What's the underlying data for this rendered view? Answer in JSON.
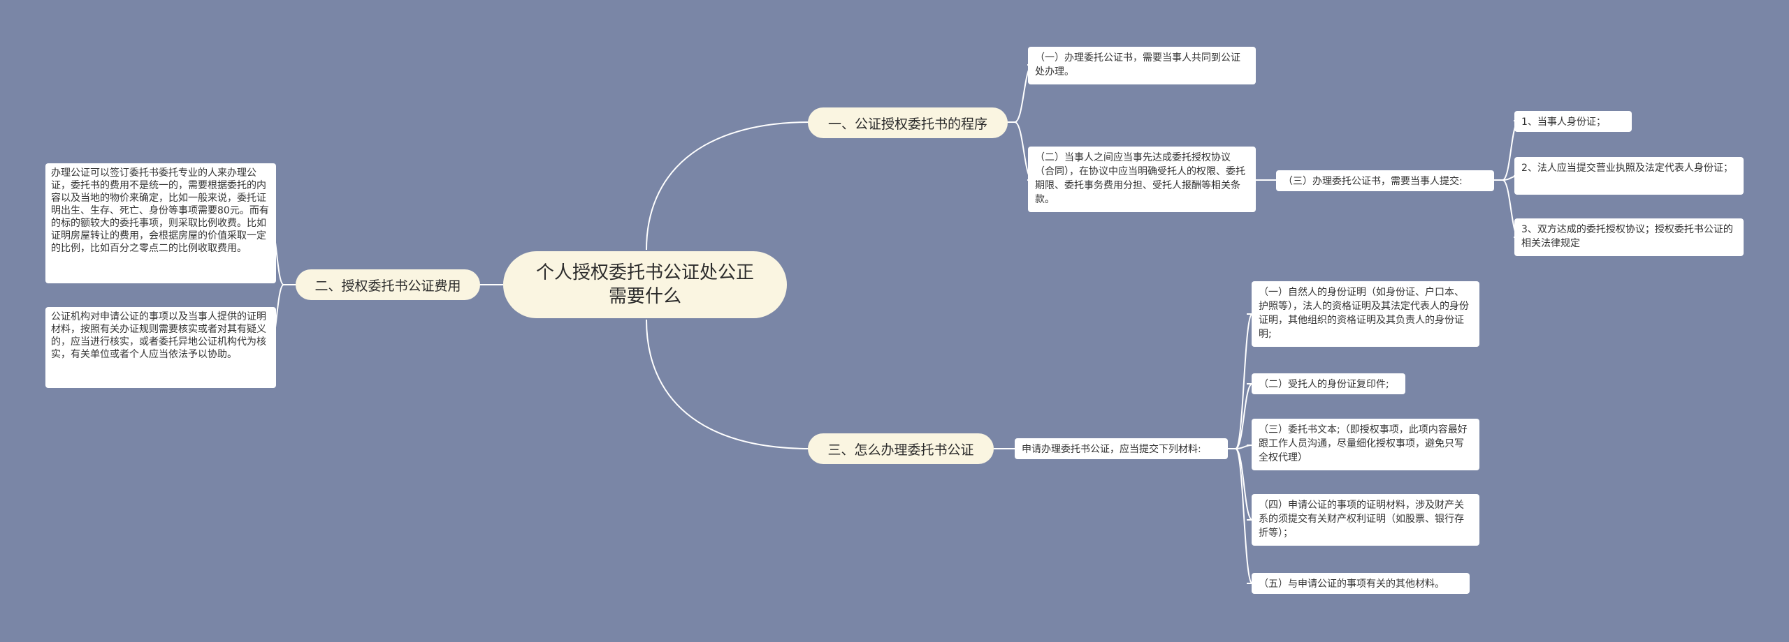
{
  "colors": {
    "background": "#7a86a6",
    "root_fill": "#faf5e1",
    "branch_fill": "#faf5e1",
    "leaf_fill": "#ffffff",
    "edge": "#ffffff"
  },
  "root": {
    "title": "个人授权委托书公证处公正需要什么"
  },
  "branch1": {
    "label": "一、公证授权委托书的程序",
    "item1": "（一）办理委托公证书，需要当事人共同到公证处办理。",
    "item2": "（二）当事人之间应当事先达成委托授权协议（合同），在协议中应当明确受托人的权限、委托期限、委托事务费用分担、受托人报酬等相关条款。",
    "item3": "（三）办理委托公证书，需要当事人提交:",
    "sub1": "1、当事人身份证；",
    "sub2": "2、法人应当提交营业执照及法定代表人身份证；",
    "sub3": "3、双方达成的委托授权协议；授权委托书公证的相关法律规定"
  },
  "branch2": {
    "label": "二、授权委托书公证费用",
    "item1": "办理公证可以签订委托书委托专业的人来办理公证，委托书的费用不是统一的，需要根据委托的内容以及当地的物价来确定，比如一般来说，委托证明出生、生存、死亡、身份等事项需要80元。而有的标的额较大的委托事项，则采取比例收费。比如证明房屋转让的费用，会根据房屋的价值采取一定的比例，比如百分之零点二的比例收取费用。",
    "item2": "公证机构对申请公证的事项以及当事人提供的证明材料，按照有关办证规则需要核实或者对其有疑义的，应当进行核实，或者委托异地公证机构代为核实，有关单位或者个人应当依法予以协助。"
  },
  "branch3": {
    "label": "三、怎么办理委托书公证",
    "hub": "申请办理委托书公证，应当提交下列材料:",
    "sub1": "（一）自然人的身份证明（如身份证、户口本、护照等），法人的资格证明及其法定代表人的身份证明，其他组织的资格证明及其负责人的身份证明;",
    "sub2": "（二）受托人的身份证复印件;",
    "sub3": "（三）委托书文本;（即授权事项，此项内容最好跟工作人员沟通，尽量细化授权事项，避免只写全权代理）",
    "sub4": "（四）申请公证的事项的证明材料，涉及财产关系的须提交有关财产权利证明（如股票、银行存折等）；",
    "sub5": "（五）与申请公证的事项有关的其他材料。"
  }
}
